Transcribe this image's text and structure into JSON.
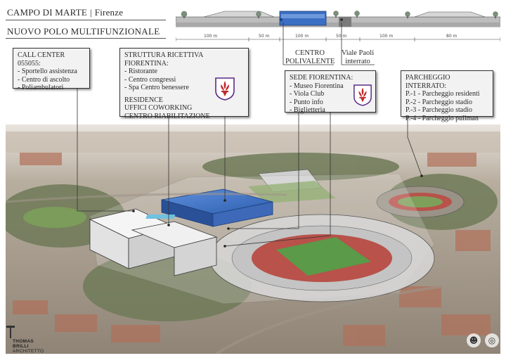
{
  "header": {
    "place": "CAMPO DI MARTE",
    "city": "Firenze",
    "separator": "|",
    "subtitle": "NUOVO POLO MULTIFUNZIONALE"
  },
  "section": {
    "labels": {
      "centro": [
        "CENTRO",
        "POLIVALENTE"
      ],
      "viale": [
        "Viale Paoli",
        "interrato"
      ]
    },
    "dimensions": [
      "100 m",
      "50 m",
      "100 m",
      "50 m",
      "100 m",
      "80 m"
    ]
  },
  "callouts": {
    "call_center": {
      "heading": "CALL CENTER 055055:",
      "items": [
        "Sportello assistenza",
        "Centro di ascolto",
        "Poliambulatori"
      ]
    },
    "struttura": {
      "heading": "STRUTTURA RICETTIVA FIORENTINA:",
      "items": [
        "Ristorante",
        "Centro congressi",
        "Spa Centro benessere"
      ],
      "extra": [
        "RESIDENCE",
        "UFFICI COWORKING",
        "CENTRO RIABILITAZIONE"
      ]
    },
    "sede": {
      "heading": "SEDE FIORENTINA:",
      "items": [
        "Museo Fiorentina",
        "Viola Club",
        "Punto info",
        "Biglietteria"
      ]
    },
    "parcheggio": {
      "heading": "PARCHEGGIO INTERRATO:",
      "items": [
        "P.-1 - Parcheggio residenti",
        "P.-2 - Parcheggio stadio",
        "P.-3 - Parcheggio stadio",
        "P.-4 - Parcheggio pullman"
      ]
    }
  },
  "logo": {
    "line1": "THOMAS",
    "line2": "BRILLI",
    "line3": "ARCHITETTO"
  },
  "icons": {
    "fiorentina": "fiorentina-lily-icon",
    "person": "person-icon",
    "target": "target-icon"
  },
  "colors": {
    "fiorentina_purple": "#5b2a86",
    "building_blue": "#3a6fc4",
    "fiorentina_red": "#c0282d"
  }
}
